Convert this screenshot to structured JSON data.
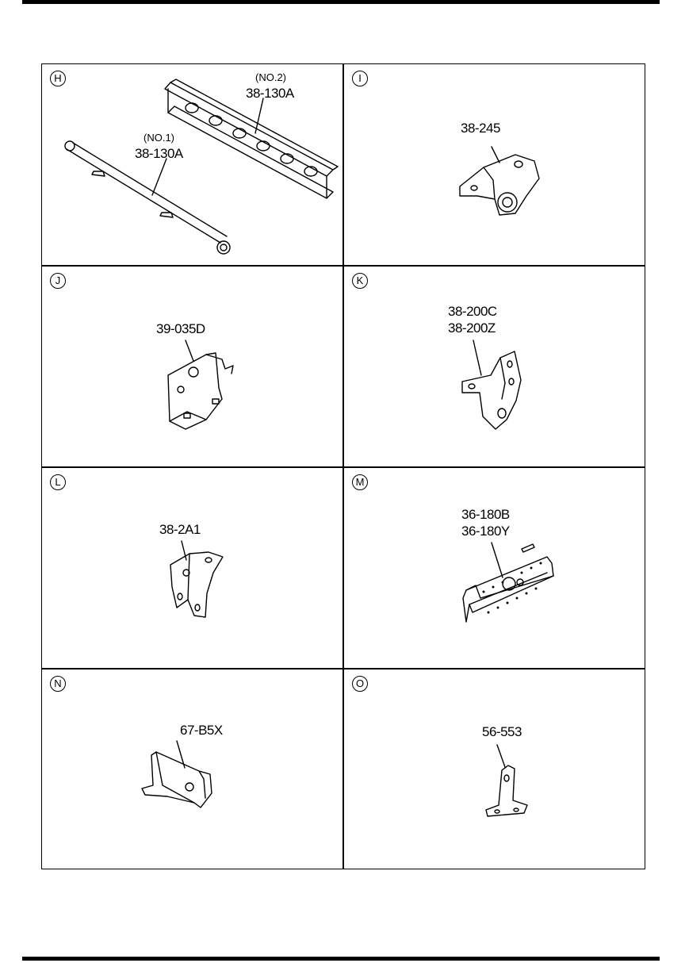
{
  "panels": {
    "H": {
      "badge": "H",
      "note1": "(NO.2)",
      "part1": "38-130A",
      "note2": "(NO.1)",
      "part2": "38-130A"
    },
    "I": {
      "badge": "I",
      "part1": "38-245"
    },
    "J": {
      "badge": "J",
      "part1": "39-035D"
    },
    "K": {
      "badge": "K",
      "part1": "38-200C",
      "part2": "38-200Z"
    },
    "L": {
      "badge": "L",
      "part1": "38-2A1"
    },
    "M": {
      "badge": "M",
      "part1": "36-180B",
      "part2": "36-180Y"
    },
    "N": {
      "badge": "N",
      "part1": "67-B5X"
    },
    "O": {
      "badge": "O",
      "part1": "56-553"
    }
  }
}
